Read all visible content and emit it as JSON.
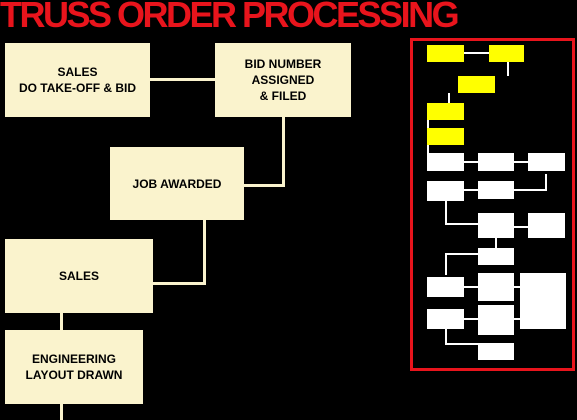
{
  "title": "TRUSS ORDER PROCESSING",
  "colors": {
    "background": "#000000",
    "title": "#e8141c",
    "box_fill": "#faf3cd",
    "mini_yellow": "#ffff00",
    "mini_white": "#ffffff",
    "frame": "#e8141c"
  },
  "steps": {
    "sales_bid": [
      "SALES",
      "DO TAKE-OFF & BID"
    ],
    "bid_number": [
      "BID NUMBER",
      "ASSIGNED",
      "& FILED"
    ],
    "job_awarded": "JOB AWARDED",
    "sales": "SALES",
    "engineering": [
      "ENGINEERING",
      "LAYOUT DRAWN"
    ]
  }
}
